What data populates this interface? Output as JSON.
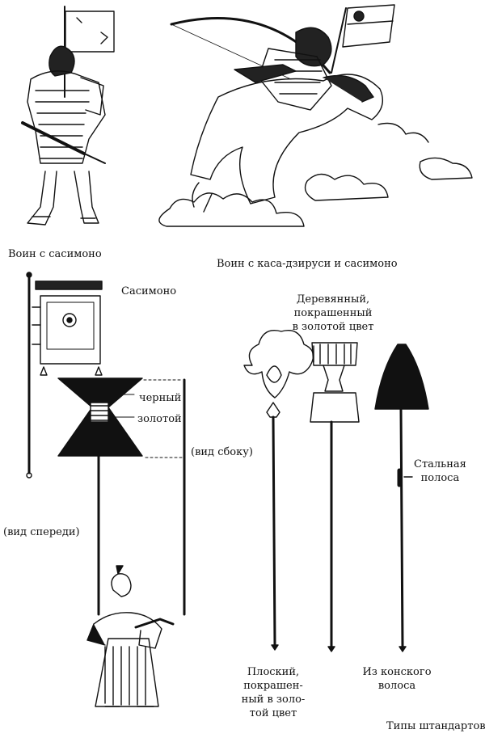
{
  "captions": {
    "warrior_sashimono": "Воин с сасимоно",
    "warrior_kasa": "Воин с каса-дзируси и сасимоно",
    "sashimono": "Сасимоно",
    "wooden_l1": "Деревянный,",
    "wooden_l2": "покрашенный",
    "wooden_l3": "в золотой цвет",
    "black": "черный",
    "gold": "золотой",
    "side_view": "(вид сбоку)",
    "steel_l1": "Стальная",
    "steel_l2": "полоса",
    "front_view": "(вид спереди)",
    "flat_l1": "Плоский,",
    "flat_l2": "покрашен-",
    "flat_l3": "ный в золо-",
    "flat_l4": "той цвет",
    "horse_l1": "Из конского",
    "horse_l2": "волоса",
    "types": "Типы штандартов"
  },
  "palette": {
    "ink": "#111111",
    "paper": "#ffffff"
  }
}
